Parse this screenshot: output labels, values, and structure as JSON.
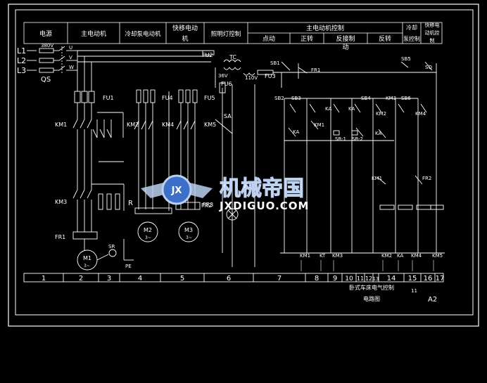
{
  "header": {
    "power": "电源",
    "main_motor": "主电动机",
    "coolant_pump_motor": "冷却泵电动机",
    "rapid_motor_line1": "快移电动",
    "rapid_motor_line2": "机",
    "lighting_control": "照明灯控制",
    "main_motor_control": "主电动机控制",
    "jog": "点动",
    "forward": "正转",
    "reverse_brake_line1": "反接制",
    "reverse_brake_line2": "动",
    "reverse": "反转",
    "coolant_control_line1": "冷却",
    "coolant_control_line2": "泵控制",
    "rapid_control_line1": "快移电",
    "rapid_control_line2": "动机控",
    "rapid_control_line3": "制"
  },
  "circuit": {
    "phases": [
      "L1",
      "L2",
      "L3"
    ],
    "supply_phase": "380V",
    "isolator": "QS",
    "uvw": [
      "U",
      "V",
      "W"
    ],
    "fuses": [
      "FU1",
      "FU2",
      "FU3",
      "FU4",
      "FU5",
      "FU6"
    ],
    "transformer": "TC",
    "v36": "36V",
    "v110": "110V",
    "contactors": [
      "KM1",
      "KM2",
      "KM3",
      "KM4",
      "KM5"
    ],
    "thermal_relays": [
      "FR1",
      "FR2",
      "FR3"
    ],
    "motors": [
      {
        "label": "M1",
        "sub": "3~"
      },
      {
        "label": "M2",
        "sub": "3~"
      },
      {
        "label": "M3",
        "sub": "3~"
      }
    ],
    "switches": [
      "SB1",
      "SB2",
      "SB3",
      "SB4",
      "SB5",
      "SB6"
    ],
    "sa": "SA",
    "sr": "SR",
    "sr1": "SR-1",
    "sr2": "SR-2",
    "ka": "KA",
    "kt": "KT",
    "pe": "PE",
    "r": "R",
    "sq": "SQ"
  },
  "coil_labels": [
    "KM1",
    "KT",
    "KM3",
    "KM2",
    "KA",
    "KM4",
    "KM5"
  ],
  "index_numbers": [
    "1",
    "2",
    "3",
    "4",
    "5",
    "6",
    "7",
    "8",
    "9",
    "10",
    "11",
    "12",
    "13",
    "14",
    "15",
    "16",
    "17"
  ],
  "title_block": {
    "title": "卧式车床电气控制",
    "subtitle": "电路图",
    "page": "11",
    "sheet": "A2"
  },
  "watermark": {
    "chinese": "机械帝国",
    "latin": "JXDIGUO.COM",
    "emblem": "JX"
  },
  "colors": {
    "background": "#000000",
    "line": "#ffffff",
    "watermark_blue": "#3b6fc8",
    "watermark_light": "#bcd0f0"
  }
}
